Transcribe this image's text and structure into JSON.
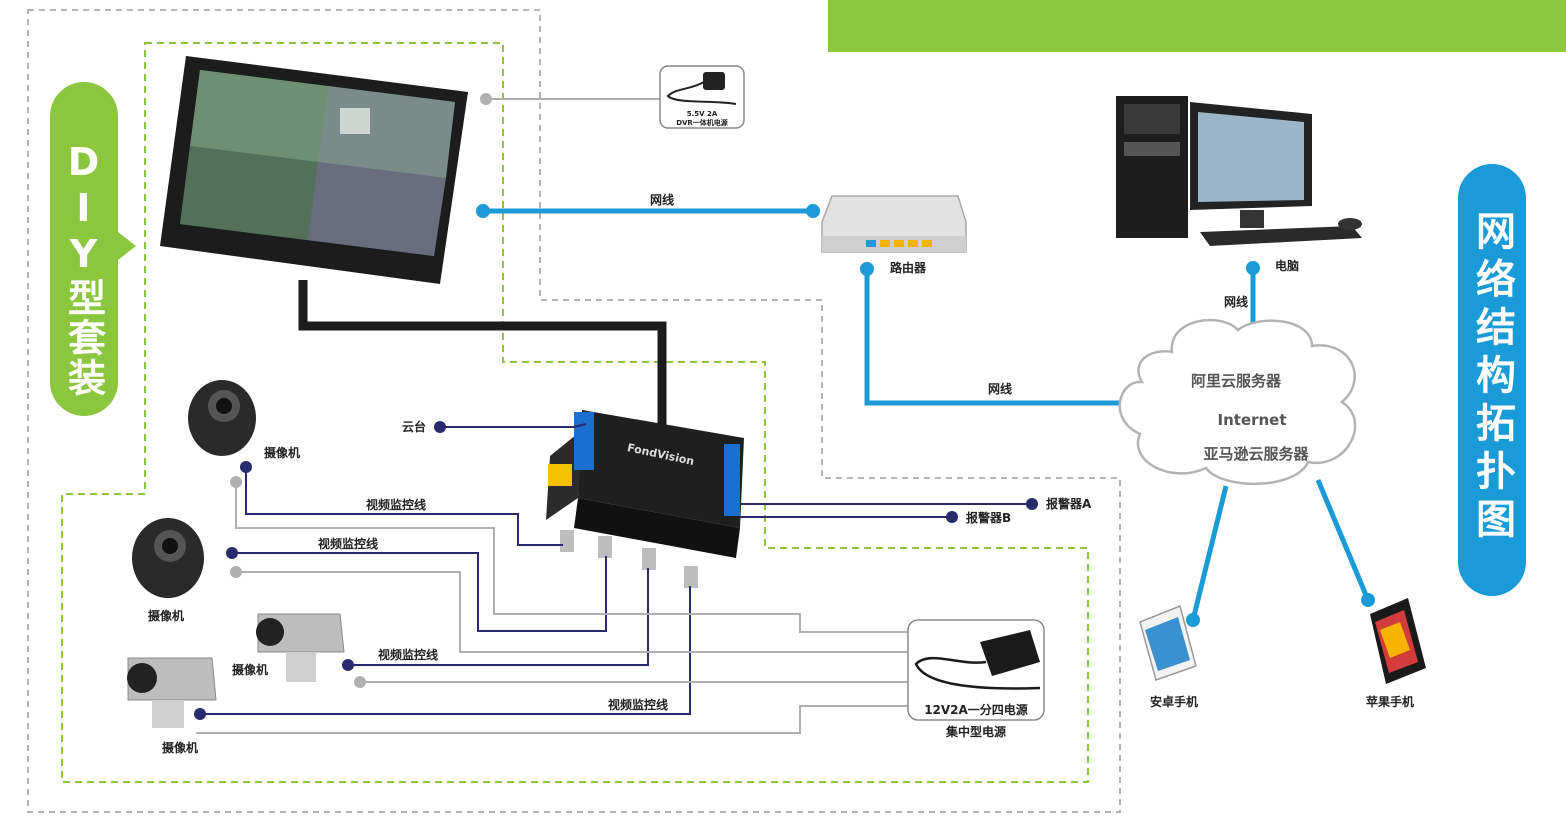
{
  "side_labels": {
    "diy": "DIY型套装",
    "network": "网络结构拓扑图"
  },
  "devices": {
    "monitor_power": [
      "5.5V 2A",
      "DVR一体机电源"
    ],
    "router": "路由器",
    "computer": "电脑",
    "ptz": "云台",
    "alarm_a": "报警器A",
    "alarm_b": "报警器B",
    "camera": "摄像机",
    "power_supply": "12V2A一分四电源",
    "power_supply_caption": "集中型电源",
    "android": "安卓手机",
    "iphone": "苹果手机",
    "dvr_brand": "FondVision"
  },
  "links": {
    "network_cable": "网线",
    "video_cable": "视频监控线"
  },
  "cloud": {
    "line1": "阿里云服务器",
    "line2": "Internet",
    "line3": "亚马逊云服务器"
  },
  "colors": {
    "green": "#8cc63f",
    "blue": "#1a9ad6",
    "navy": "#2a2a6e",
    "gray_line": "#b0b0b0"
  }
}
